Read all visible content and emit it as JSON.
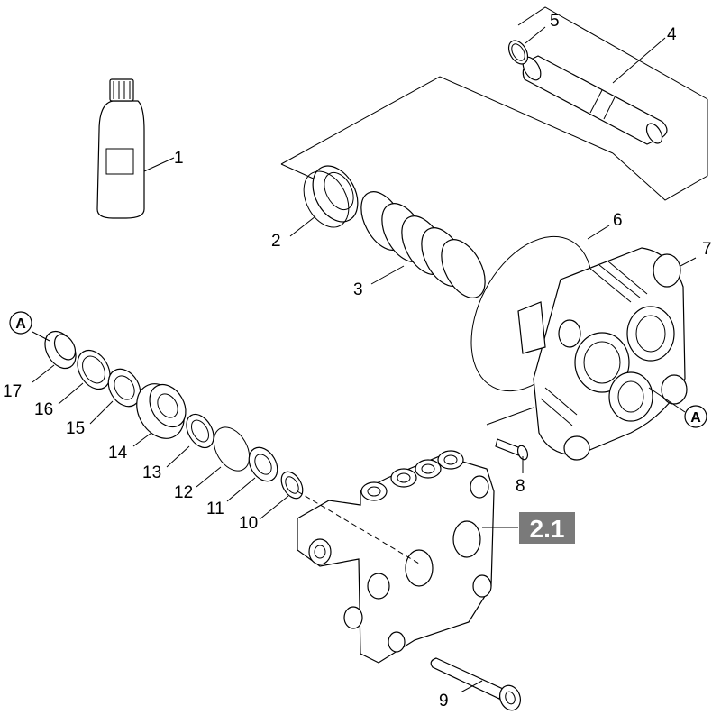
{
  "callouts": {
    "c1": "1",
    "c2": "2",
    "c3": "3",
    "c4": "4",
    "c5": "5",
    "c6": "6",
    "c7": "7",
    "c8": "8",
    "c9": "9",
    "c10": "10",
    "c11": "11",
    "c12": "12",
    "c13": "13",
    "c14": "14",
    "c15": "15",
    "c16": "16",
    "c17": "17"
  },
  "reference_marks": {
    "left": "A",
    "right": "A"
  },
  "assembly_badge": {
    "label": "2.1",
    "color": "#7a7a7a"
  }
}
